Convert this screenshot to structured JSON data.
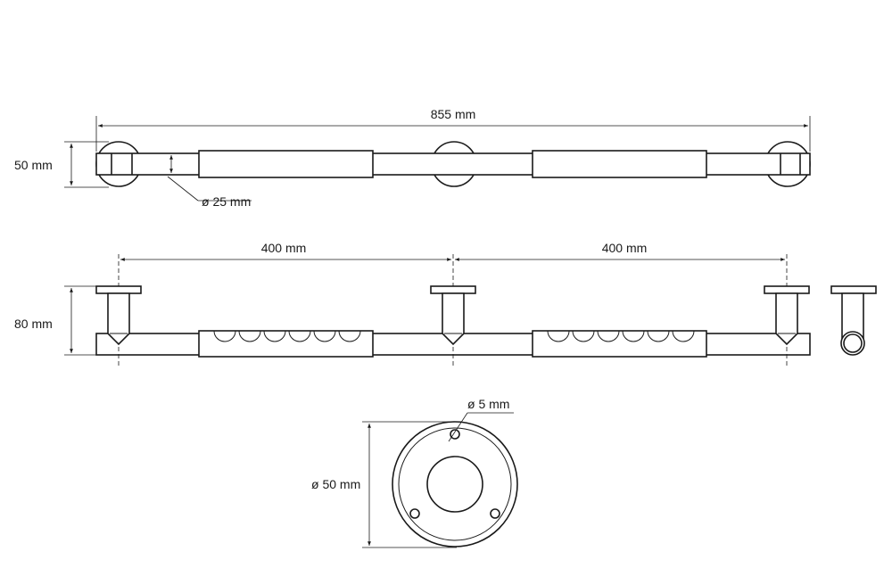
{
  "dimensions": {
    "overall_length": "855 mm",
    "bar_height": "50 mm",
    "tube_diameter": "ø 25 mm",
    "spacing_left": "400 mm",
    "spacing_right": "400 mm",
    "projection": "80 mm",
    "screw_hole": "ø 5 mm",
    "flange_diameter": "ø 50 mm"
  }
}
